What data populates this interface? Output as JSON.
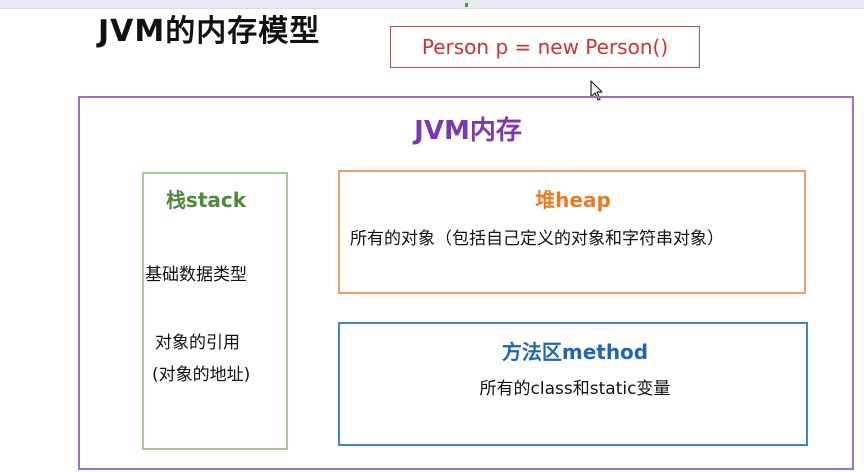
{
  "title": "JVM的内存模型",
  "code": "Person p = new Person()",
  "jvm_memory": {
    "label": "JVM内存",
    "stack": {
      "label": "栈stack",
      "lines": [
        "基础数据类型",
        "对象的引用",
        "(对象的地址)"
      ]
    },
    "heap": {
      "label": "堆heap",
      "description": "所有的对象（包括自己定义的对象和字符串对象）"
    },
    "method_area": {
      "label": "方法区method",
      "description": "所有的class和static变量"
    }
  },
  "colors": {
    "title_text": "#111111",
    "code_text": "#d43030",
    "code_border": "#d34848",
    "jvm_border": "#9d72c2",
    "jvm_label": "#7a39b2",
    "stack_border": "#a7c98e",
    "stack_label": "#4e8a38",
    "heap_border": "#f0a068",
    "heap_label": "#ea7a24",
    "method_border": "#3c86c4",
    "method_label": "#1f66b0"
  },
  "icons": {
    "cursor": "mouse-pointer-icon"
  }
}
